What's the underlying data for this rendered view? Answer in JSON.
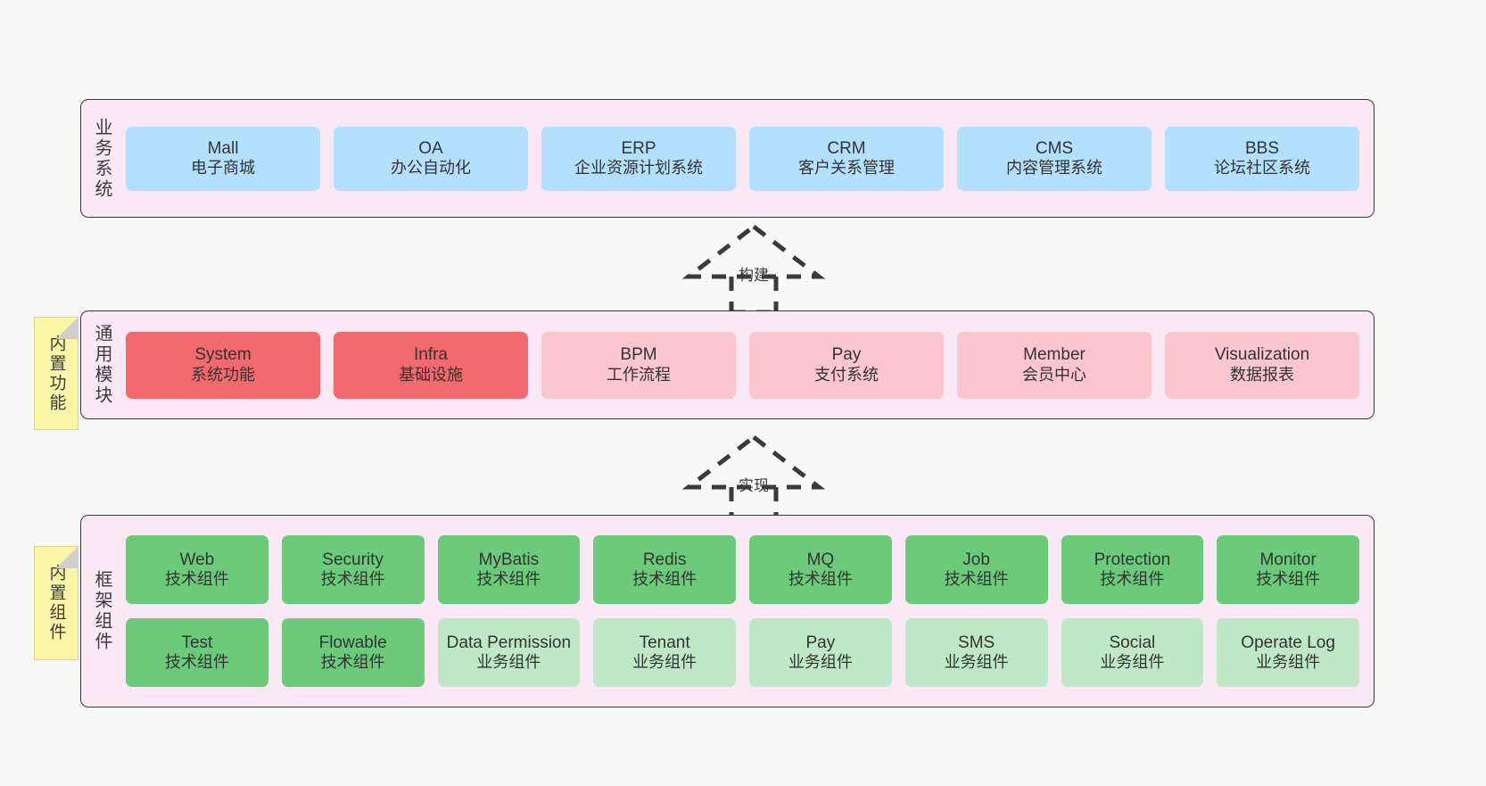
{
  "diagram": {
    "background": "#f8f8f8",
    "colors": {
      "layer_fill": "#fae9f4",
      "layer_stroke": "#3a3a3a",
      "business_card": "#b3e0fc",
      "common_core_card": "#f2696e",
      "common_card": "#fbc6cd",
      "tech_card": "#6bcb7b",
      "biz_component_card": "#bfe8c7",
      "note_fill": "#fbf6a6"
    }
  },
  "notes": [
    {
      "id": "features",
      "label": "内置功能"
    },
    {
      "id": "components",
      "label": "内置组件"
    }
  ],
  "connectors": [
    {
      "id": "build",
      "label": "构建",
      "style": "dashed-hollow-triangle",
      "direction": "up"
    },
    {
      "id": "impl",
      "label": "实现",
      "style": "dashed-hollow-triangle",
      "direction": "up"
    }
  ],
  "layers": [
    {
      "id": "business",
      "title": "业务系统",
      "rows": [
        [
          {
            "en": "Mall",
            "cn": "电子商城",
            "color": "c-blue"
          },
          {
            "en": "OA",
            "cn": "办公自动化",
            "color": "c-blue"
          },
          {
            "en": "ERP",
            "cn": "企业资源计划系统",
            "color": "c-blue"
          },
          {
            "en": "CRM",
            "cn": "客户关系管理",
            "color": "c-blue"
          },
          {
            "en": "CMS",
            "cn": "内容管理系统",
            "color": "c-blue"
          },
          {
            "en": "BBS",
            "cn": "论坛社区系统",
            "color": "c-blue"
          }
        ]
      ]
    },
    {
      "id": "common",
      "title": "通用模块",
      "rows": [
        [
          {
            "en": "System",
            "cn": "系统功能",
            "color": "c-red"
          },
          {
            "en": "Infra",
            "cn": "基础设施",
            "color": "c-red"
          },
          {
            "en": "BPM",
            "cn": "工作流程",
            "color": "c-pink"
          },
          {
            "en": "Pay",
            "cn": "支付系统",
            "color": "c-pink"
          },
          {
            "en": "Member",
            "cn": "会员中心",
            "color": "c-pink"
          },
          {
            "en": "Visualization",
            "cn": "数据报表",
            "color": "c-pink"
          }
        ]
      ]
    },
    {
      "id": "framework",
      "title": "框架组件",
      "rows": [
        [
          {
            "en": "Web",
            "cn": "技术组件",
            "color": "c-green"
          },
          {
            "en": "Security",
            "cn": "技术组件",
            "color": "c-green"
          },
          {
            "en": "MyBatis",
            "cn": "技术组件",
            "color": "c-green"
          },
          {
            "en": "Redis",
            "cn": "技术组件",
            "color": "c-green"
          },
          {
            "en": "MQ",
            "cn": "技术组件",
            "color": "c-green"
          },
          {
            "en": "Job",
            "cn": "技术组件",
            "color": "c-green"
          },
          {
            "en": "Protection",
            "cn": "技术组件",
            "color": "c-green"
          },
          {
            "en": "Monitor",
            "cn": "技术组件",
            "color": "c-green"
          }
        ],
        [
          {
            "en": "Test",
            "cn": "技术组件",
            "color": "c-green"
          },
          {
            "en": "Flowable",
            "cn": "技术组件",
            "color": "c-green"
          },
          {
            "en": "Data Permission",
            "cn": "业务组件",
            "color": "c-lightgreen"
          },
          {
            "en": "Tenant",
            "cn": "业务组件",
            "color": "c-lightgreen"
          },
          {
            "en": "Pay",
            "cn": "业务组件",
            "color": "c-lightgreen"
          },
          {
            "en": "SMS",
            "cn": "业务组件",
            "color": "c-lightgreen"
          },
          {
            "en": "Social",
            "cn": "业务组件",
            "color": "c-lightgreen"
          },
          {
            "en": "Operate Log",
            "cn": "业务组件",
            "color": "c-lightgreen"
          }
        ]
      ]
    }
  ]
}
